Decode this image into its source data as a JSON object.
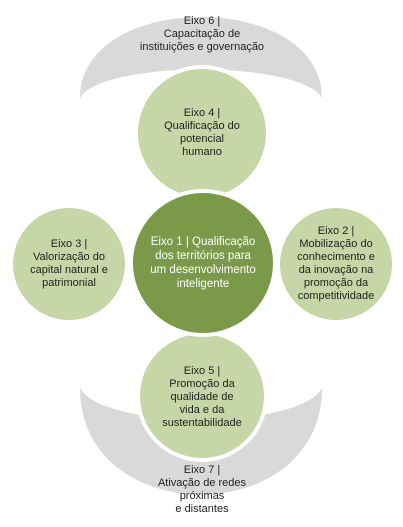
{
  "diagram": {
    "colors": {
      "arc": "#d9d9d9",
      "circle_light": "#c6d6a6",
      "circle_center": "#7a9a4a",
      "circle_border": "#ffffff"
    },
    "arc_top": {
      "lines": [
        "Eixo 6 |",
        "Capacitação de",
        "instituições e governação"
      ]
    },
    "arc_bottom": {
      "lines": [
        "Eixo 7 |",
        "Ativação de redes",
        "próximas",
        "e distantes"
      ]
    },
    "circle_top": {
      "lines": [
        "Eixo 4 |",
        "Qualificação do",
        "potencial",
        "humano"
      ]
    },
    "circle_left": {
      "lines": [
        "Eixo 3 |",
        "Valorização do",
        "capital natural e",
        "patrimonial"
      ]
    },
    "circle_center": {
      "lines": [
        "Eixo 1 | Qualificação",
        "dos territórios para",
        "um desenvolvimento",
        "inteligente"
      ]
    },
    "circle_right": {
      "lines": [
        "Eixo 2 |",
        "Mobilização do",
        "conhecimento e",
        "da inovação na",
        "promoção da",
        "competitividade"
      ]
    },
    "circle_bottom": {
      "lines": [
        "Eixo 5 |",
        "Promoção da",
        "qualidade de",
        "vida e da",
        "sustentabilidade"
      ]
    }
  }
}
